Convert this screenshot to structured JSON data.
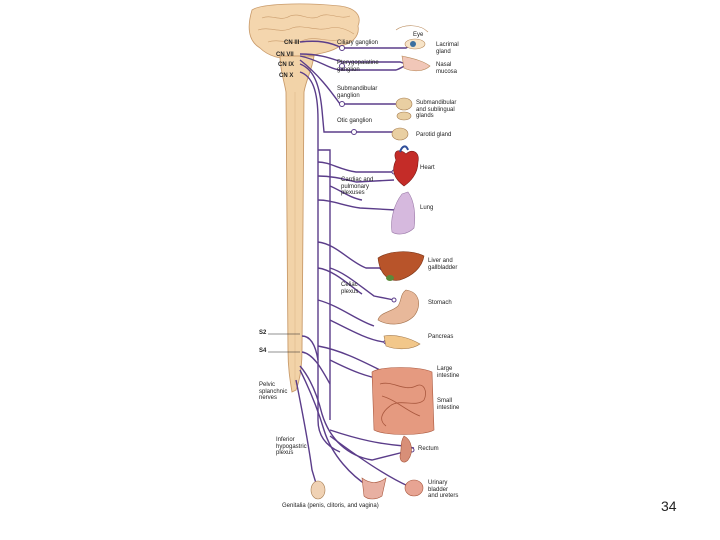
{
  "slide": {
    "page_number": "34"
  },
  "diagram": {
    "cranial_nerves": [
      "CN III",
      "CN VII",
      "CN IX",
      "CN X"
    ],
    "ganglia": {
      "ciliary": "Ciliary ganglion",
      "pterygopalatine": "Pterygopalatine\nganglion",
      "submandibular": "Submandibular\nganglion",
      "otic": "Otic ganglion"
    },
    "plexuses": {
      "cardiac": "Cardiac and\npulmonary\nplexuses",
      "celiac": "Celiac\nplexus",
      "inferior_hypogastric": "Inferior\nhypogastric\nplexus"
    },
    "spinal_segments": [
      "S2",
      "S4"
    ],
    "pelvic_nerves": "Pelvic\nsplanchnic\nnerves",
    "organs": {
      "eye": "Eye",
      "lacrimal": "Lacrimal\ngland",
      "nasal": "Nasal\nmucosa",
      "salivary": "Submandibular\nand sublingual\nglands",
      "parotid": "Parotid gland",
      "heart": "Heart",
      "lung": "Lung",
      "liver": "Liver and\ngallbladder",
      "stomach": "Stomach",
      "pancreas": "Pancreas",
      "large_intestine": "Large\nintestine",
      "small_intestine": "Small\nintestine",
      "rectum": "Rectum",
      "bladder": "Urinary\nbladder\nand ureters",
      "genitalia": "Genitalia (penis, clitoris, and vagina)"
    },
    "colors": {
      "nerve": "#5b3d8a",
      "spinal_cord": "#f2d3a8",
      "heart": "#c42c28",
      "lung": "#d6b9de",
      "liver": "#b8542a",
      "intestine": "#e59a80"
    }
  }
}
